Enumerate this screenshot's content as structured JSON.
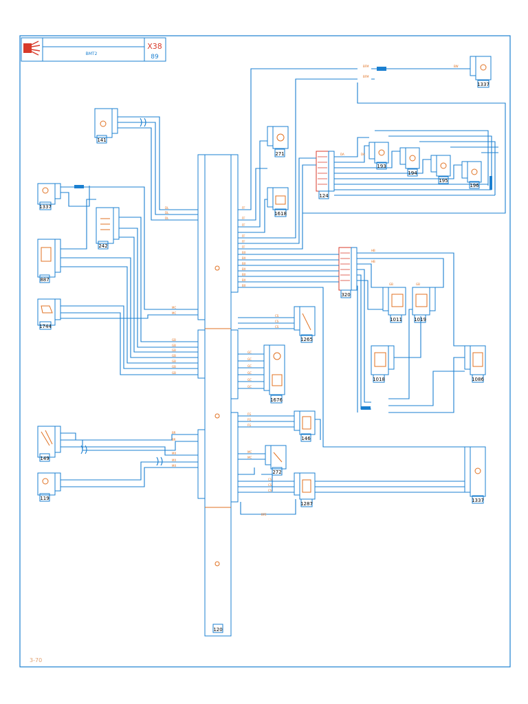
{
  "title_block": {
    "code": "X38",
    "sheet": "89",
    "caption": "BMT2"
  },
  "page_number": "3-70",
  "colors": {
    "wire": "#1a7fd0",
    "frame": "#1a7fd0",
    "accent_red": "#d83a2a",
    "component": "#e07020"
  },
  "components": {
    "c141": "141",
    "c1337a": "1337",
    "c887": "887",
    "c242": "242",
    "c1744": "1744",
    "c149": "149",
    "c119": "119",
    "c271": "271",
    "c1618": "1618",
    "c124": "124",
    "c193": "193",
    "c194": "194",
    "c195": "195",
    "c196": "196",
    "c1337b": "1337",
    "c320": "320",
    "c1011": "1011",
    "c1019": "1019",
    "c1018": "1018",
    "c1086": "1086",
    "c1265": "1265",
    "c1676": "1676",
    "c146": "146",
    "c272": "272",
    "c1287": "1287",
    "c1337c": "1337",
    "c120": "120"
  }
}
